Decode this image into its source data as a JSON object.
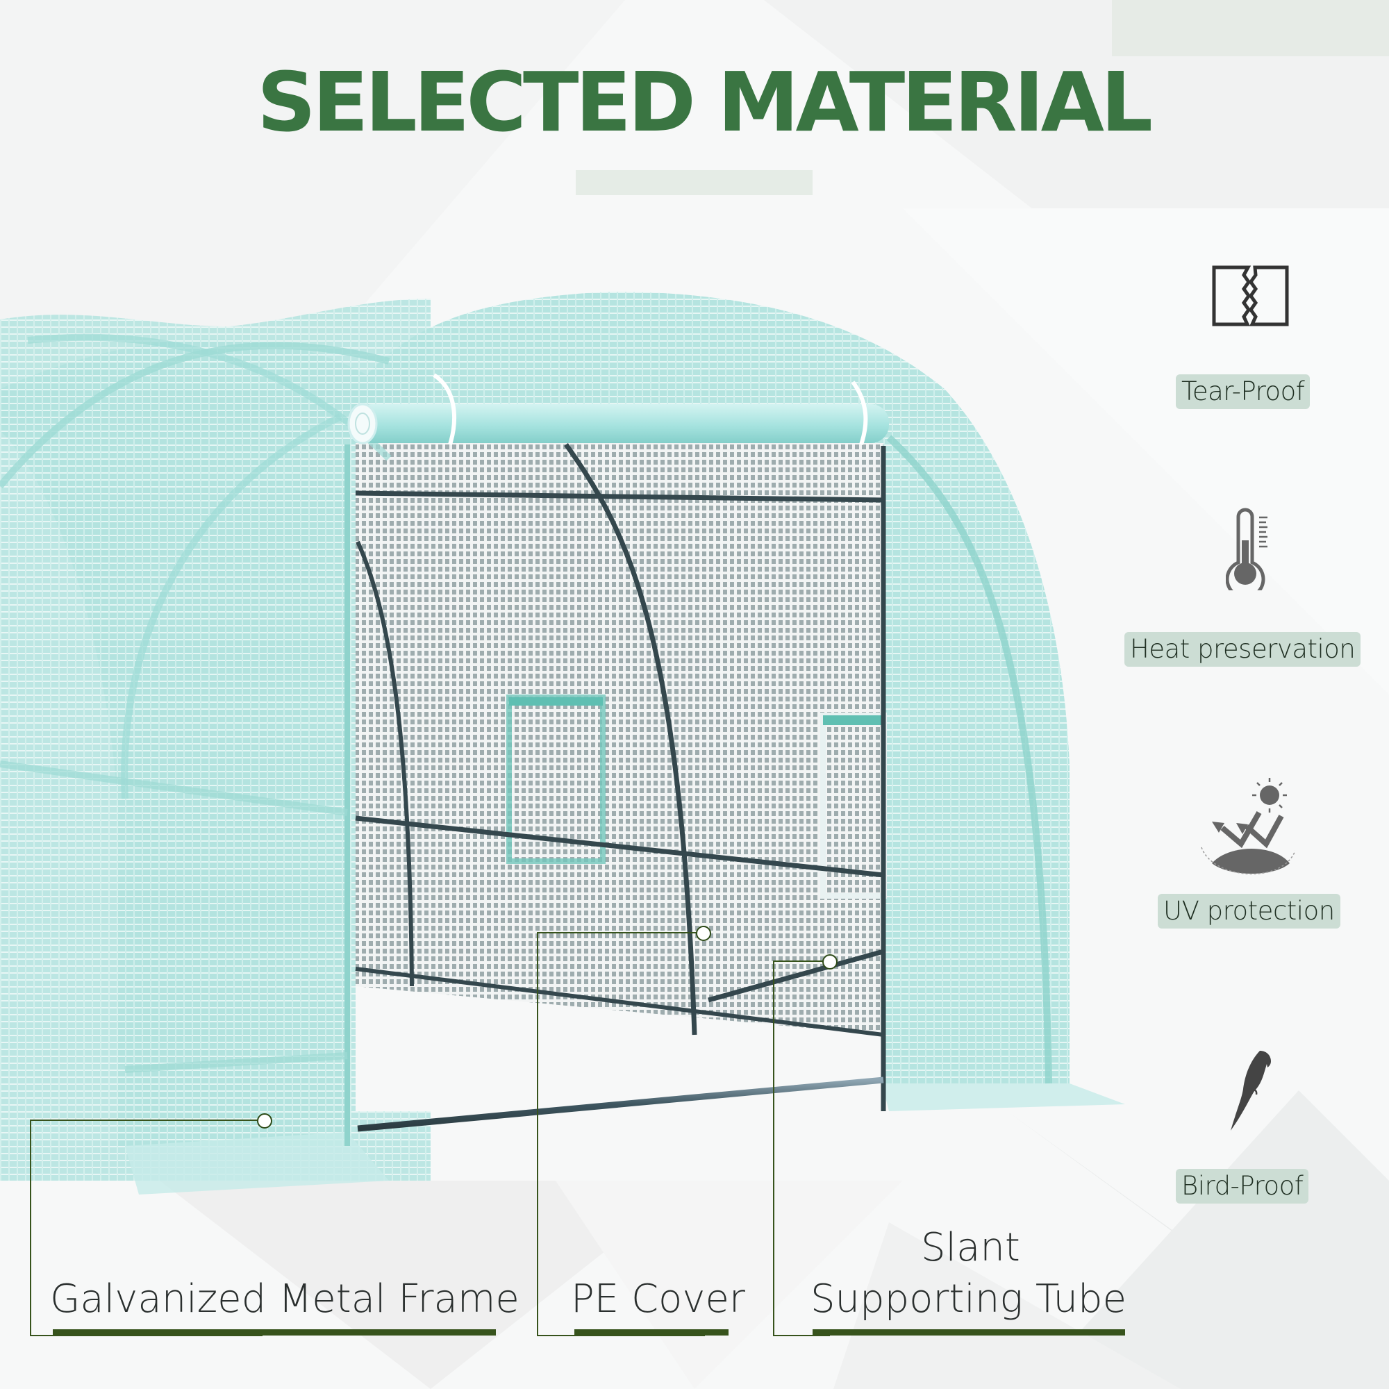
{
  "header": {
    "title": "SELECTED MATERIAL",
    "title_color": "#3a7542"
  },
  "features": [
    {
      "icon": "tear-proof-icon",
      "label": "Tear-Proof"
    },
    {
      "icon": "thermometer-icon",
      "label": "Heat preservation"
    },
    {
      "icon": "uv-sun-icon",
      "label": "UV protection"
    },
    {
      "icon": "bird-icon",
      "label": "Bird-Proof"
    }
  ],
  "callouts": [
    {
      "label": "Galvanized Metal Frame"
    },
    {
      "label": "PE Cover"
    },
    {
      "label_line1": "Slant",
      "label_line2": "Supporting Tube"
    }
  ],
  "colors": {
    "accent_green": "#3a7542",
    "underline_green": "#37531c",
    "label_bg": "#ccddd4",
    "cover_teal": "#a9e0dc",
    "frame_steel": "#3d4d52"
  }
}
